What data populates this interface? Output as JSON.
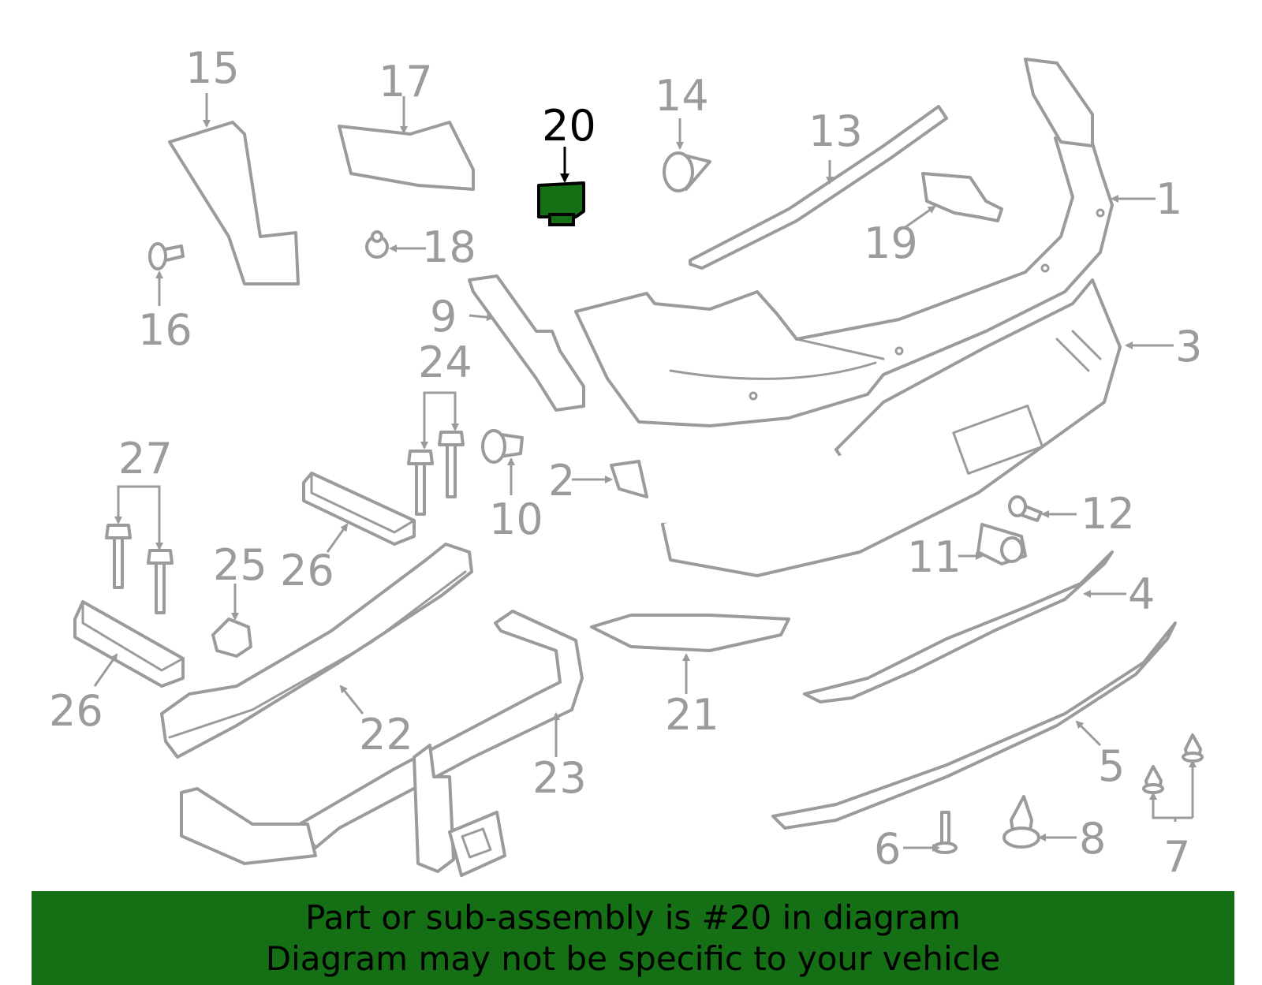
{
  "highlight": {
    "part_number": "20",
    "color": "#156f14"
  },
  "callouts": [
    "1",
    "2",
    "3",
    "4",
    "5",
    "6",
    "7",
    "8",
    "9",
    "10",
    "11",
    "12",
    "13",
    "14",
    "15",
    "16",
    "17",
    "18",
    "19",
    "20",
    "21",
    "22",
    "23",
    "24",
    "25",
    "26",
    "26",
    "27"
  ],
  "caption": {
    "line1": "Part or sub-assembly is #20 in diagram",
    "line2": "Diagram may not be specific to your vehicle"
  },
  "colors": {
    "line": "#9b9b9b",
    "highlight_text": "#000000",
    "banner": "#156f14"
  }
}
